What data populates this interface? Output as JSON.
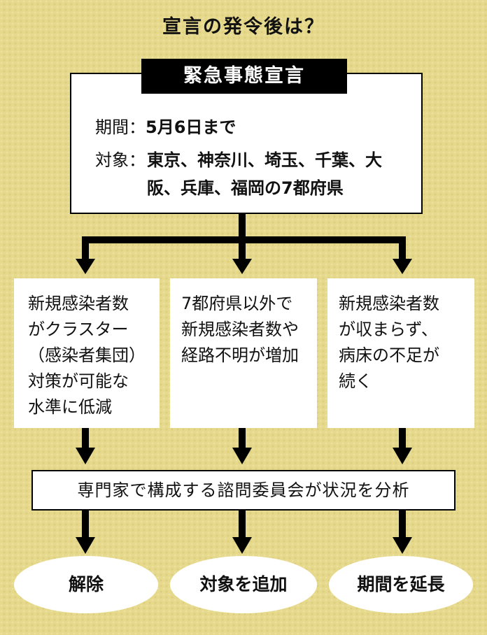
{
  "title": "宣言の発令後は？",
  "declaration": {
    "label": "緊急事態宣言",
    "period_key": "期間：",
    "period_value": "5月6日まで",
    "target_key": "対象：",
    "target_value": "東京、神奈川、埼玉、千葉、大阪、兵庫、福岡の7都府県"
  },
  "conditions": [
    {
      "text": "新規感染者数\nがクラスター\n（感染者集団）\n対策が可能な\n水準に低減"
    },
    {
      "text": "7都府県以外で\n新規感染者数や\n経路不明が増加"
    },
    {
      "text": "新規感染者数\nが収まらず、\n病床の不足が\n続く"
    }
  ],
  "analysis": "専門家で構成する諮問委員会が状況を分析",
  "outcomes": [
    "解除",
    "対象を追加",
    "期間を延長"
  ],
  "colors": {
    "background": "#e6d98c",
    "box": "#ffffff",
    "line": "#000000"
  }
}
